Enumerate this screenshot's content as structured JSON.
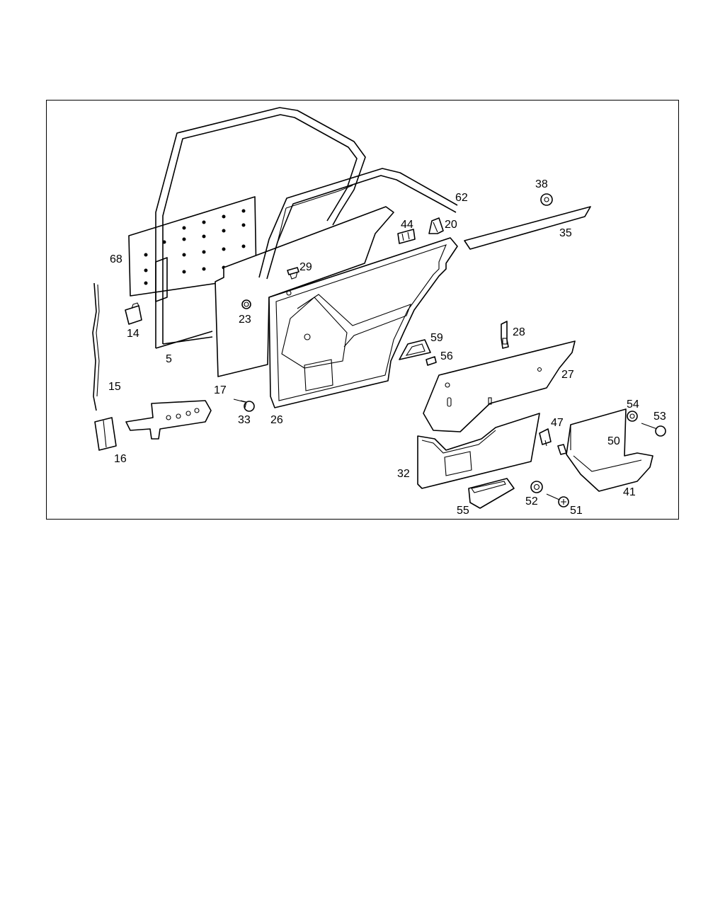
{
  "diagram": {
    "callouts": [
      "68",
      "5",
      "14",
      "15",
      "16",
      "17",
      "23",
      "29",
      "33",
      "26",
      "44",
      "20",
      "62",
      "38",
      "35",
      "59",
      "56",
      "28",
      "27",
      "32",
      "55",
      "47",
      "50",
      "54",
      "53",
      "52",
      "51",
      "41"
    ]
  },
  "colors": {
    "line": "#000000",
    "background": "#ffffff"
  }
}
